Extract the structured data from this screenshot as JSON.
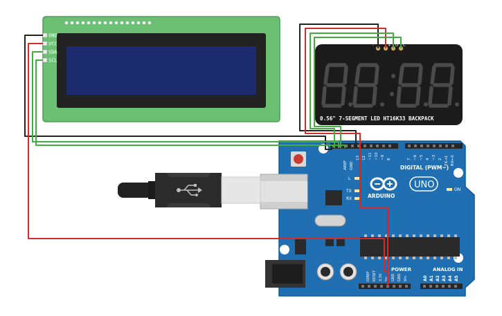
{
  "lcd": {
    "pins": [
      "GND",
      "VCC",
      "SDA",
      "SCL"
    ]
  },
  "seven_segment": {
    "label": "0.56\" 7-SEGMENT LED HT16K33 BACKPACK",
    "pin_letters": [
      "-",
      "+",
      "D",
      "C"
    ]
  },
  "arduino": {
    "logo_text": "ARDUINO",
    "model": "UNO",
    "digital_label": "DIGITAL (PWM~)",
    "analog_label": "ANALOG IN",
    "power_label": "POWER",
    "led_labels": [
      "L",
      "TX",
      "RX"
    ],
    "on_label": "ON",
    "top_pins": [
      "AREF",
      "GND",
      "13",
      "12",
      "~11",
      "~10",
      "~9",
      "8",
      "7",
      "~6",
      "~5",
      "4",
      "~3",
      "2",
      "TX→1",
      "RX←0"
    ],
    "power_pins": [
      "IOREF",
      "RESET",
      "3.3V",
      "5V",
      "GND",
      "GND",
      "Vin"
    ],
    "analog_pins": [
      "A0",
      "A1",
      "A2",
      "A3",
      "A4",
      "A5"
    ]
  },
  "colors": {
    "wire_red": "#d42a2a",
    "wire_black": "#222222",
    "wire_green": "#3fae3f",
    "board_blue": "#1f6fb2",
    "lcd_pcb": "#6cc074",
    "lcd_screen": "#1c2a6e"
  }
}
